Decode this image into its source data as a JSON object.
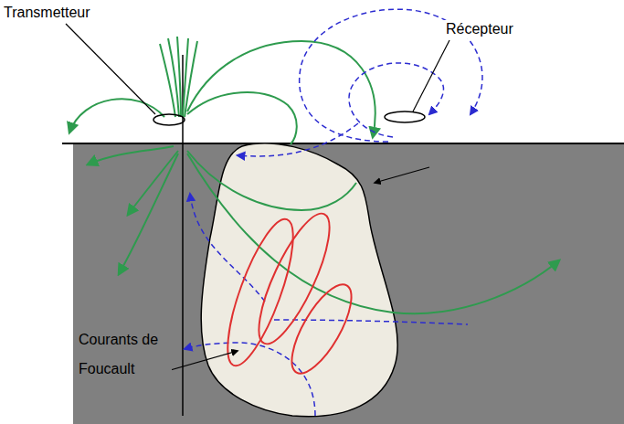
{
  "diagram": {
    "labels": [
      "Transmetteur",
      "Récepteur",
      "Courants de Foucault"
    ]
  }
}
